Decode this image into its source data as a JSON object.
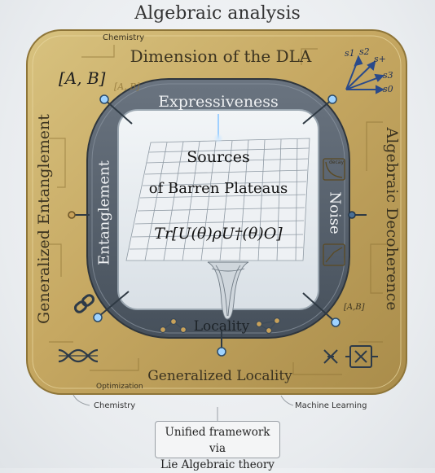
{
  "title": "Algebraic analysis",
  "outer": {
    "top": "Dimension of the DLA",
    "left": "Generalized Entanglement",
    "right": "Algebraic Decoherence",
    "bottom": "Generalized Locality"
  },
  "ring": {
    "top": "Expressiveness",
    "left": "Entanglement",
    "right": "Noise",
    "bottom": "Locality"
  },
  "center": {
    "line1": "Sources",
    "line2": "of Barren Plateaus",
    "formula": "Tr[U(θ)ρU†(θ)O]"
  },
  "small_labels": {
    "chemistry_top": "Chemistry",
    "commutator": "[A, B]",
    "commutator_faint": "[A, B]",
    "commutator_right": "[A,B]",
    "decay": "decay",
    "optimization": "Optimization",
    "chemistry_bottom": "Chemistry",
    "machine_learning": "Machine Learning"
  },
  "vectors": {
    "s1": "s1",
    "s2": "s2",
    "splus": "s+",
    "s3": "s3",
    "s0": "s0"
  },
  "caption": {
    "line1": "Unified framework via",
    "line2": "Lie Algebraic theory"
  },
  "colors": {
    "gold": "#c9ad6a",
    "ring": "#55606c",
    "glass": "#e8edf1"
  }
}
